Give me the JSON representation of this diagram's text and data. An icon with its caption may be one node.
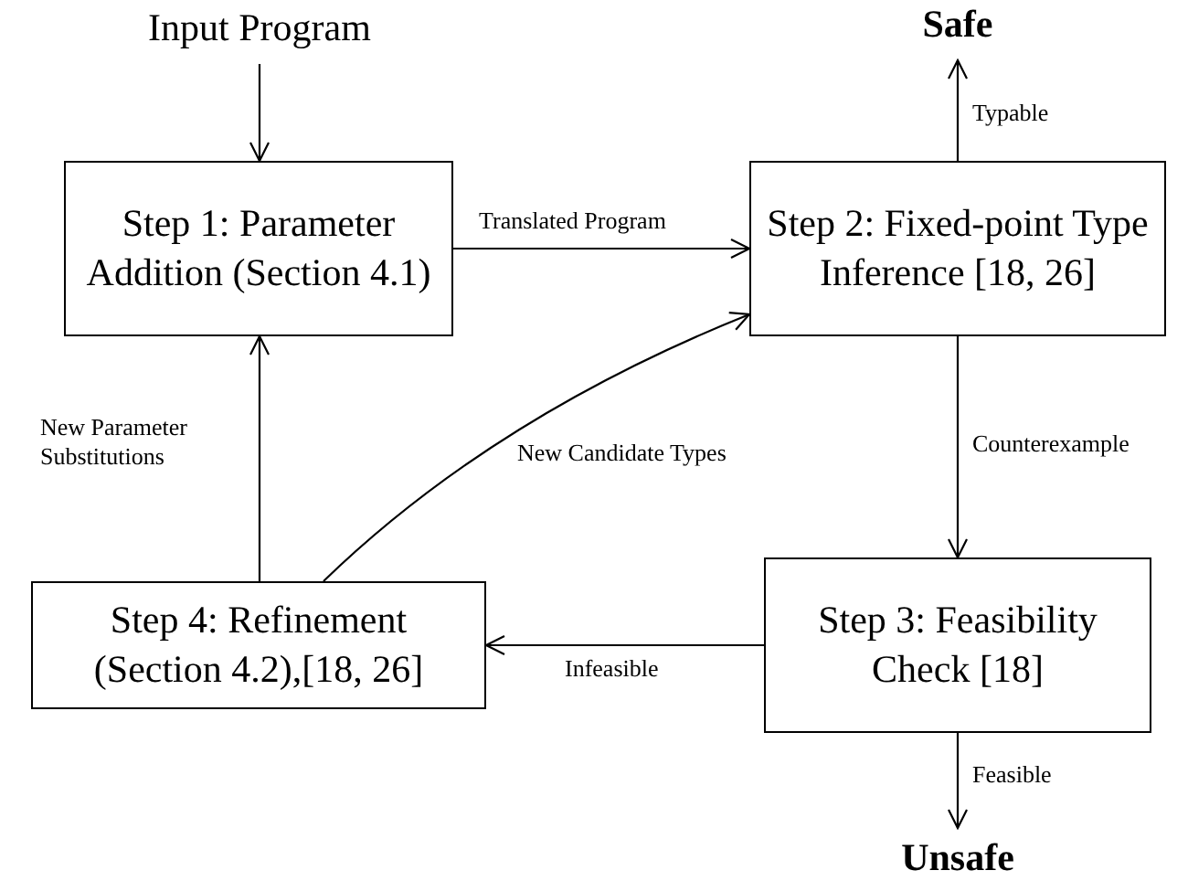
{
  "diagram": {
    "nodes": [
      {
        "text": [
          "Input Program"
        ]
      },
      {
        "text": [
          "Step 1: Parameter Addition (Section 4.1)"
        ]
      },
      {
        "text": [
          "Step 2: Fixed-point Type Inference [18, 26]"
        ]
      },
      {
        "text": [
          "Safe"
        ]
      },
      {
        "text": [
          "Step 3: Feasibility Check [18]"
        ]
      },
      {
        "text": [
          "Step 4: Refinement (Section 4.2),[18, 26]"
        ]
      },
      {
        "text": [
          "Unsafe"
        ]
      }
    ],
    "edges": [
      {
        "from": 0,
        "to": 1,
        "arrow": "to"
      },
      {
        "from": 1,
        "to": 2,
        "arrow": "to",
        "label": "Translated Program"
      },
      {
        "from": 2,
        "to": 3,
        "arrow": "to",
        "label": "Typable"
      },
      {
        "from": 2,
        "to": 4,
        "arrow": "to",
        "label": "Counterexample"
      },
      {
        "from": 4,
        "to": 6,
        "arrow": "to",
        "label": "Feasible"
      },
      {
        "from": 4,
        "to": 5,
        "arrow": "to",
        "label": "Infeasible"
      },
      {
        "from": 5,
        "to": 1,
        "arrow": "to",
        "label": "New Parameter Substitutions"
      },
      {
        "from": 5,
        "to": 2,
        "arrow": "to",
        "label": "New Candidate Types"
      }
    ]
  }
}
